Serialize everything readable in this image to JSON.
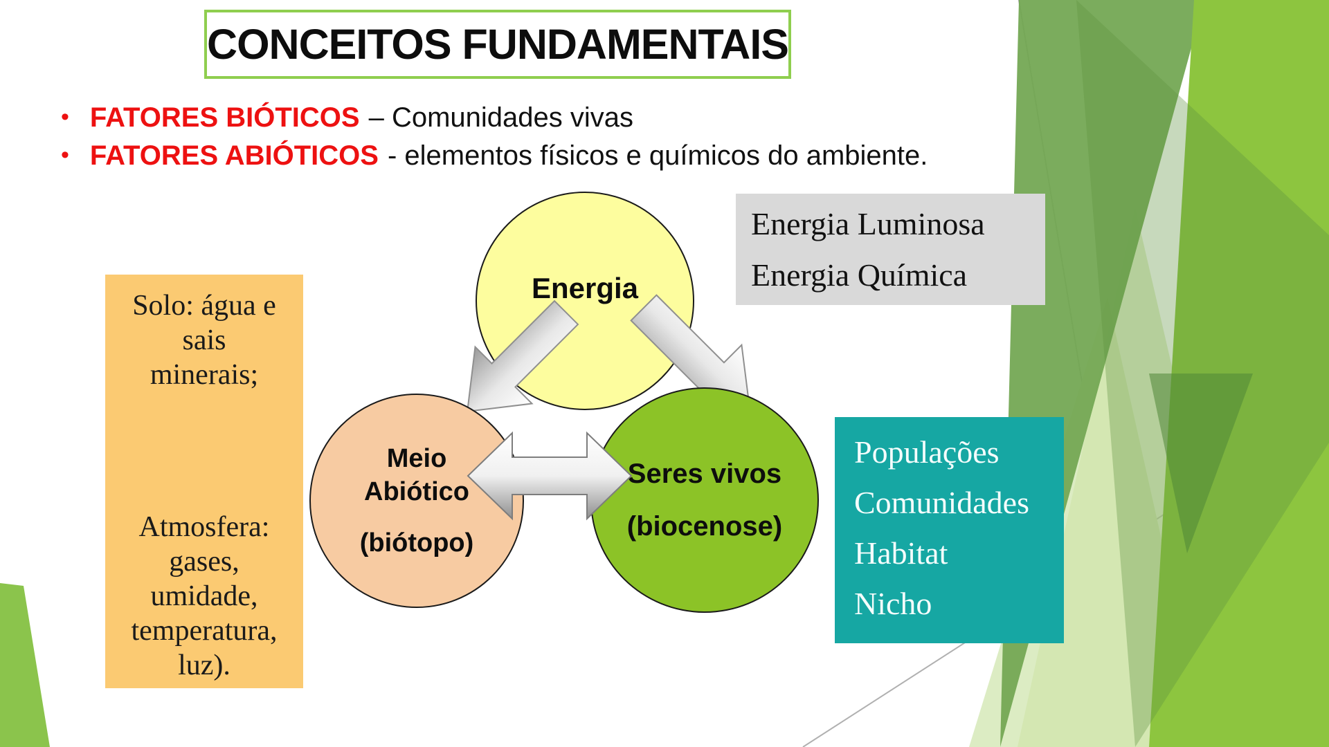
{
  "slide": {
    "title": "CONCEITOS FUNDAMENTAIS",
    "bullet_char": "•",
    "bullets": [
      {
        "term": "FATORES BIÓTICOS",
        "rest": "– Comunidades vivas"
      },
      {
        "term": "FATORES ABIÓTICOS",
        "rest": "- elementos físicos e químicos do ambiente."
      }
    ],
    "diagram": {
      "energy_circle": {
        "label": "Energia"
      },
      "abiotic_circle": {
        "line1": "Meio",
        "line2": "Abiótico",
        "line3": "(biótopo)"
      },
      "living_circle": {
        "line1": "Seres vivos",
        "line2": "(biocenose)"
      },
      "energy_box": {
        "line1": "Energia Luminosa",
        "line2": "Energia Química"
      },
      "soil_box": {
        "top_lines": [
          "Solo: água e",
          "sais",
          "minerais;"
        ],
        "bottom_lines": [
          "Atmosfera:",
          "gases,",
          "umidade,",
          "temperatura,",
          "luz)."
        ]
      },
      "ecology_box": {
        "lines": [
          "Populações",
          "Comunidades",
          "Habitat",
          "Nicho"
        ]
      }
    },
    "colors": {
      "accent_red": "#ed1111",
      "title_border_green": "#8fce4f",
      "energy_yellow": "#fdfd9e",
      "abiotic_orange": "#f7cba2",
      "living_green": "#8cc327",
      "soil_orange": "#fbca72",
      "energy_gray": "#d9d9d9",
      "ecology_teal": "#16a7a3",
      "facet_bright_green": "#8dc53f",
      "facet_medium_green": "#74a854",
      "facet_pale_green": "#dcecc3"
    }
  }
}
